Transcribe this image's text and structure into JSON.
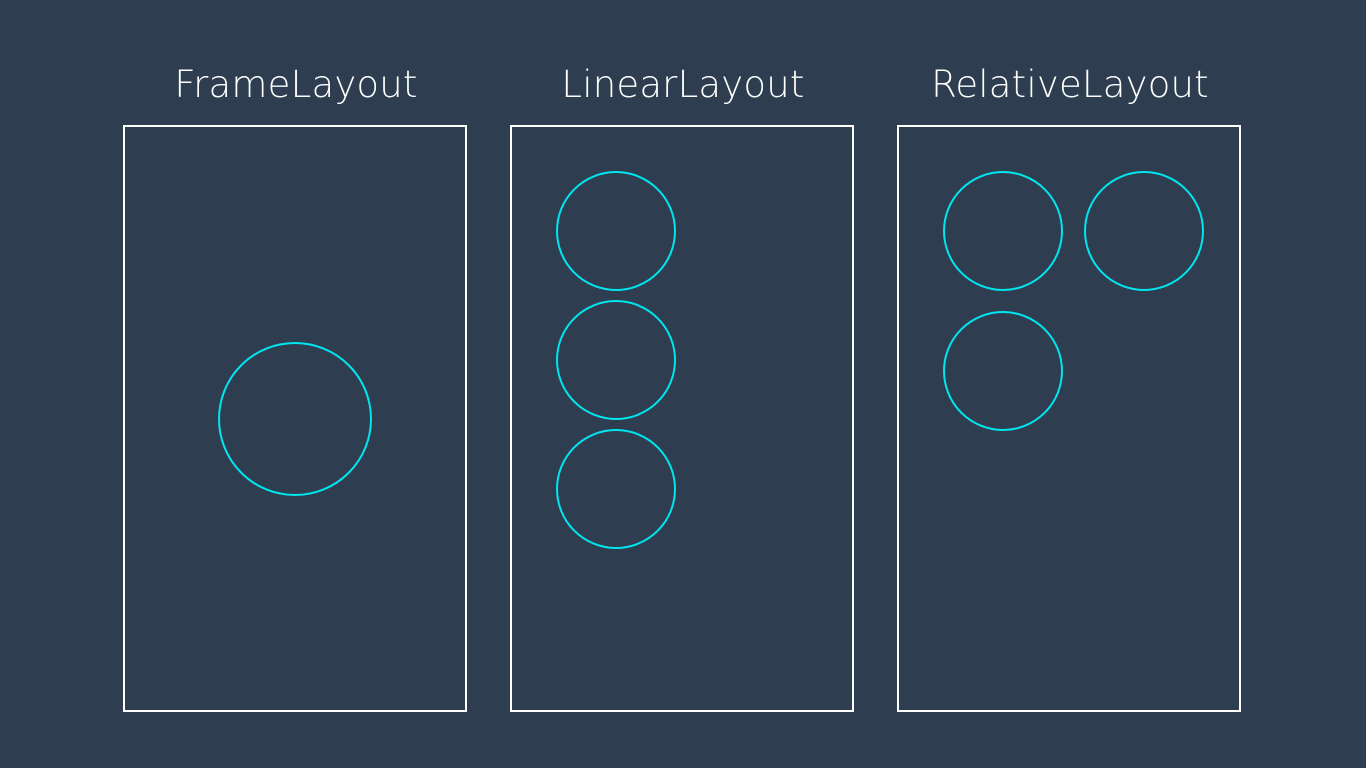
{
  "colors": {
    "background": "#2e3e50",
    "frame": "#ffffff",
    "circle": "#00e5ee",
    "text": "#ffffff"
  },
  "panels": [
    {
      "title": "FrameLayout",
      "circle_count": 1
    },
    {
      "title": "LinearLayout",
      "circle_count": 3
    },
    {
      "title": "RelativeLayout",
      "circle_count": 3
    }
  ]
}
